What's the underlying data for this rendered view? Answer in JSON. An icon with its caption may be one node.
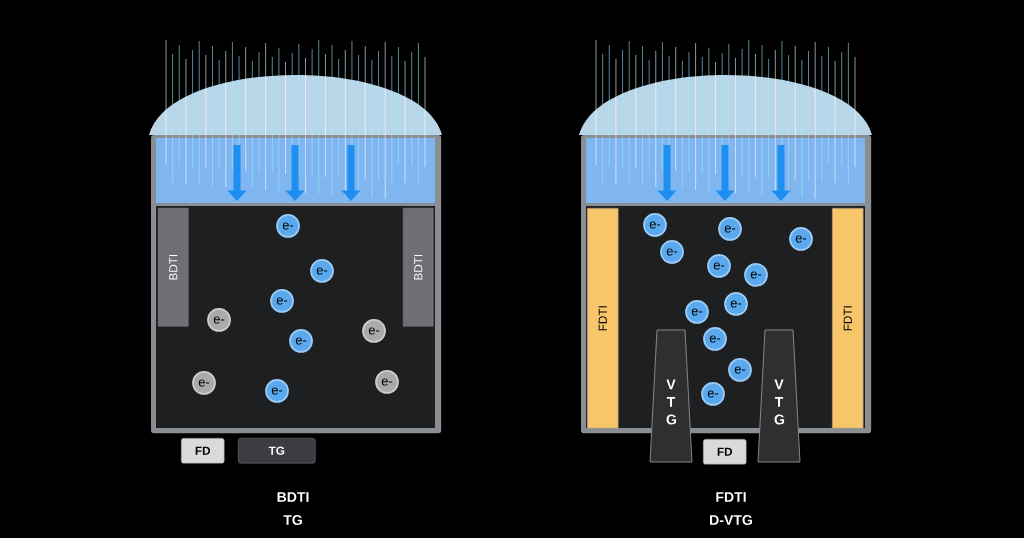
{
  "diagram": {
    "nodes": [
      {
        "text": [],
        "shape": "box"
      },
      {
        "text": [
          "BDTI"
        ],
        "in": 0
      },
      {
        "text": [
          "BDTI"
        ],
        "in": 0
      },
      {
        "text": [
          "e-"
        ],
        "in": 0
      },
      {
        "text": [
          "e-"
        ],
        "in": 0
      },
      {
        "text": [
          "e-"
        ],
        "in": 0
      },
      {
        "text": [
          "e-"
        ],
        "in": 0
      },
      {
        "text": [
          "e-"
        ],
        "in": 0
      },
      {
        "text": [
          "e-"
        ],
        "in": 0
      },
      {
        "text": [
          "e-"
        ],
        "in": 0
      },
      {
        "text": [
          "e-"
        ],
        "in": 0
      },
      {
        "text": [
          "e-"
        ],
        "in": 0
      },
      {
        "text": [
          "FD"
        ]
      },
      {
        "text": [
          "TG"
        ]
      },
      {
        "text": [],
        "shape": "box"
      },
      {
        "text": [
          "FDTI"
        ],
        "in": 14
      },
      {
        "text": [
          "FDTI"
        ],
        "in": 14
      },
      {
        "text": [
          "e-"
        ],
        "in": 14
      },
      {
        "text": [
          "e-"
        ],
        "in": 14
      },
      {
        "text": [
          "e-"
        ],
        "in": 14
      },
      {
        "text": [
          "e-"
        ],
        "in": 14
      },
      {
        "text": [
          "e-"
        ],
        "in": 14
      },
      {
        "text": [
          "e-"
        ],
        "in": 14
      },
      {
        "text": [
          "e-"
        ],
        "in": 14
      },
      {
        "text": [
          "e-"
        ],
        "in": 14
      },
      {
        "text": [
          "e-"
        ],
        "in": 14
      },
      {
        "text": [
          "e-"
        ],
        "in": 14
      },
      {
        "text": [
          "e-"
        ],
        "in": 14
      },
      {
        "text": [
          "V T G"
        ]
      },
      {
        "text": [
          "V T G"
        ]
      },
      {
        "text": [
          "FD"
        ]
      }
    ],
    "labels": [
      "BDTI",
      "TG",
      "FDTI",
      "D-VTG"
    ]
  }
}
